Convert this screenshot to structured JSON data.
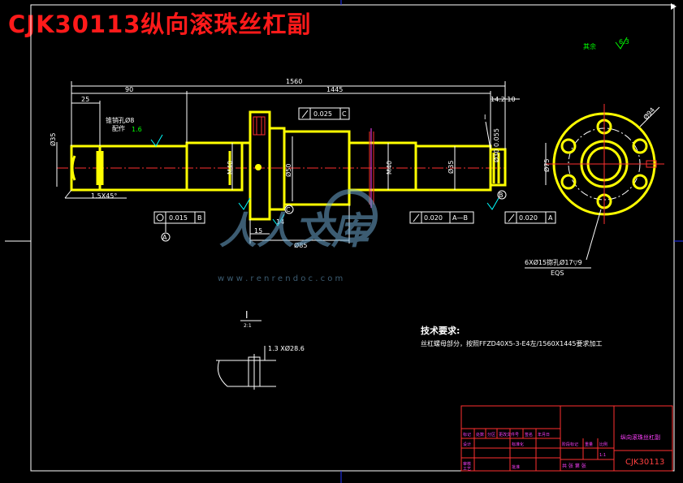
{
  "title": "CJK30113纵向滚珠丝杠副",
  "dims": {
    "overall_length": "1560",
    "length_90": "90",
    "length_1445": "1445",
    "length_25": "25",
    "chamfer": "1.5X45°",
    "dia_left": "Ø35",
    "dia_m40_a": "M40",
    "dia_50": "Ø50",
    "dia_m40_b": "M40",
    "dia_35_right": "Ø35",
    "dia_85": "Ø85",
    "dim_15": "15",
    "dim_14": "14",
    "dim_142_10": "14.2 10",
    "right_vert": "Ø30 0.055",
    "flange_hole": "Ø94",
    "dia_75": "Ø75",
    "holes_note": "6XØ15锪孔Ø17▽9",
    "holes_eqs": "EQS",
    "groove_note": "1.3 XØ28.6",
    "left_note_1": "锥销孔Ø8",
    "left_note_2": "配作",
    "rough_left": "1.6",
    "rough_top": "6.3",
    "rough_qi": "其余"
  },
  "tolerances": {
    "runout_c": {
      "value": "0.025",
      "datum": "C"
    },
    "runout_b": {
      "value": "0.015",
      "datum": "B"
    },
    "runout_ab": {
      "value": "0.020",
      "datum": "A—B"
    },
    "runout_a": {
      "value": "0.020",
      "datum": "A"
    }
  },
  "datums": {
    "a": "A",
    "b": "B",
    "c": "C"
  },
  "detail": {
    "label": "I",
    "scale": "2:1"
  },
  "tech_req": {
    "heading": "技术要求:",
    "line1": "丝杠螺母部分，按照FFZD40X5-3-E4左/1560X1445要求加工"
  },
  "watermark": {
    "text": "人人文库",
    "url": "w w w . r e n r e n d o c . c o m"
  },
  "title_block": {
    "part_name": "纵向滚珠丝杠副",
    "drawing_no": "CJK30113",
    "scale": "1:1",
    "headers": [
      "标记",
      "处数",
      "分区",
      "更改文件号",
      "签名",
      "年月日"
    ],
    "row_labels": [
      "设计",
      "",
      "审核",
      "工艺"
    ],
    "mid_labels": [
      "标准化",
      "批准"
    ],
    "stage_labels": [
      "阶段标记",
      "重量",
      "比例"
    ],
    "sheet_text": "共 张 第 张"
  }
}
